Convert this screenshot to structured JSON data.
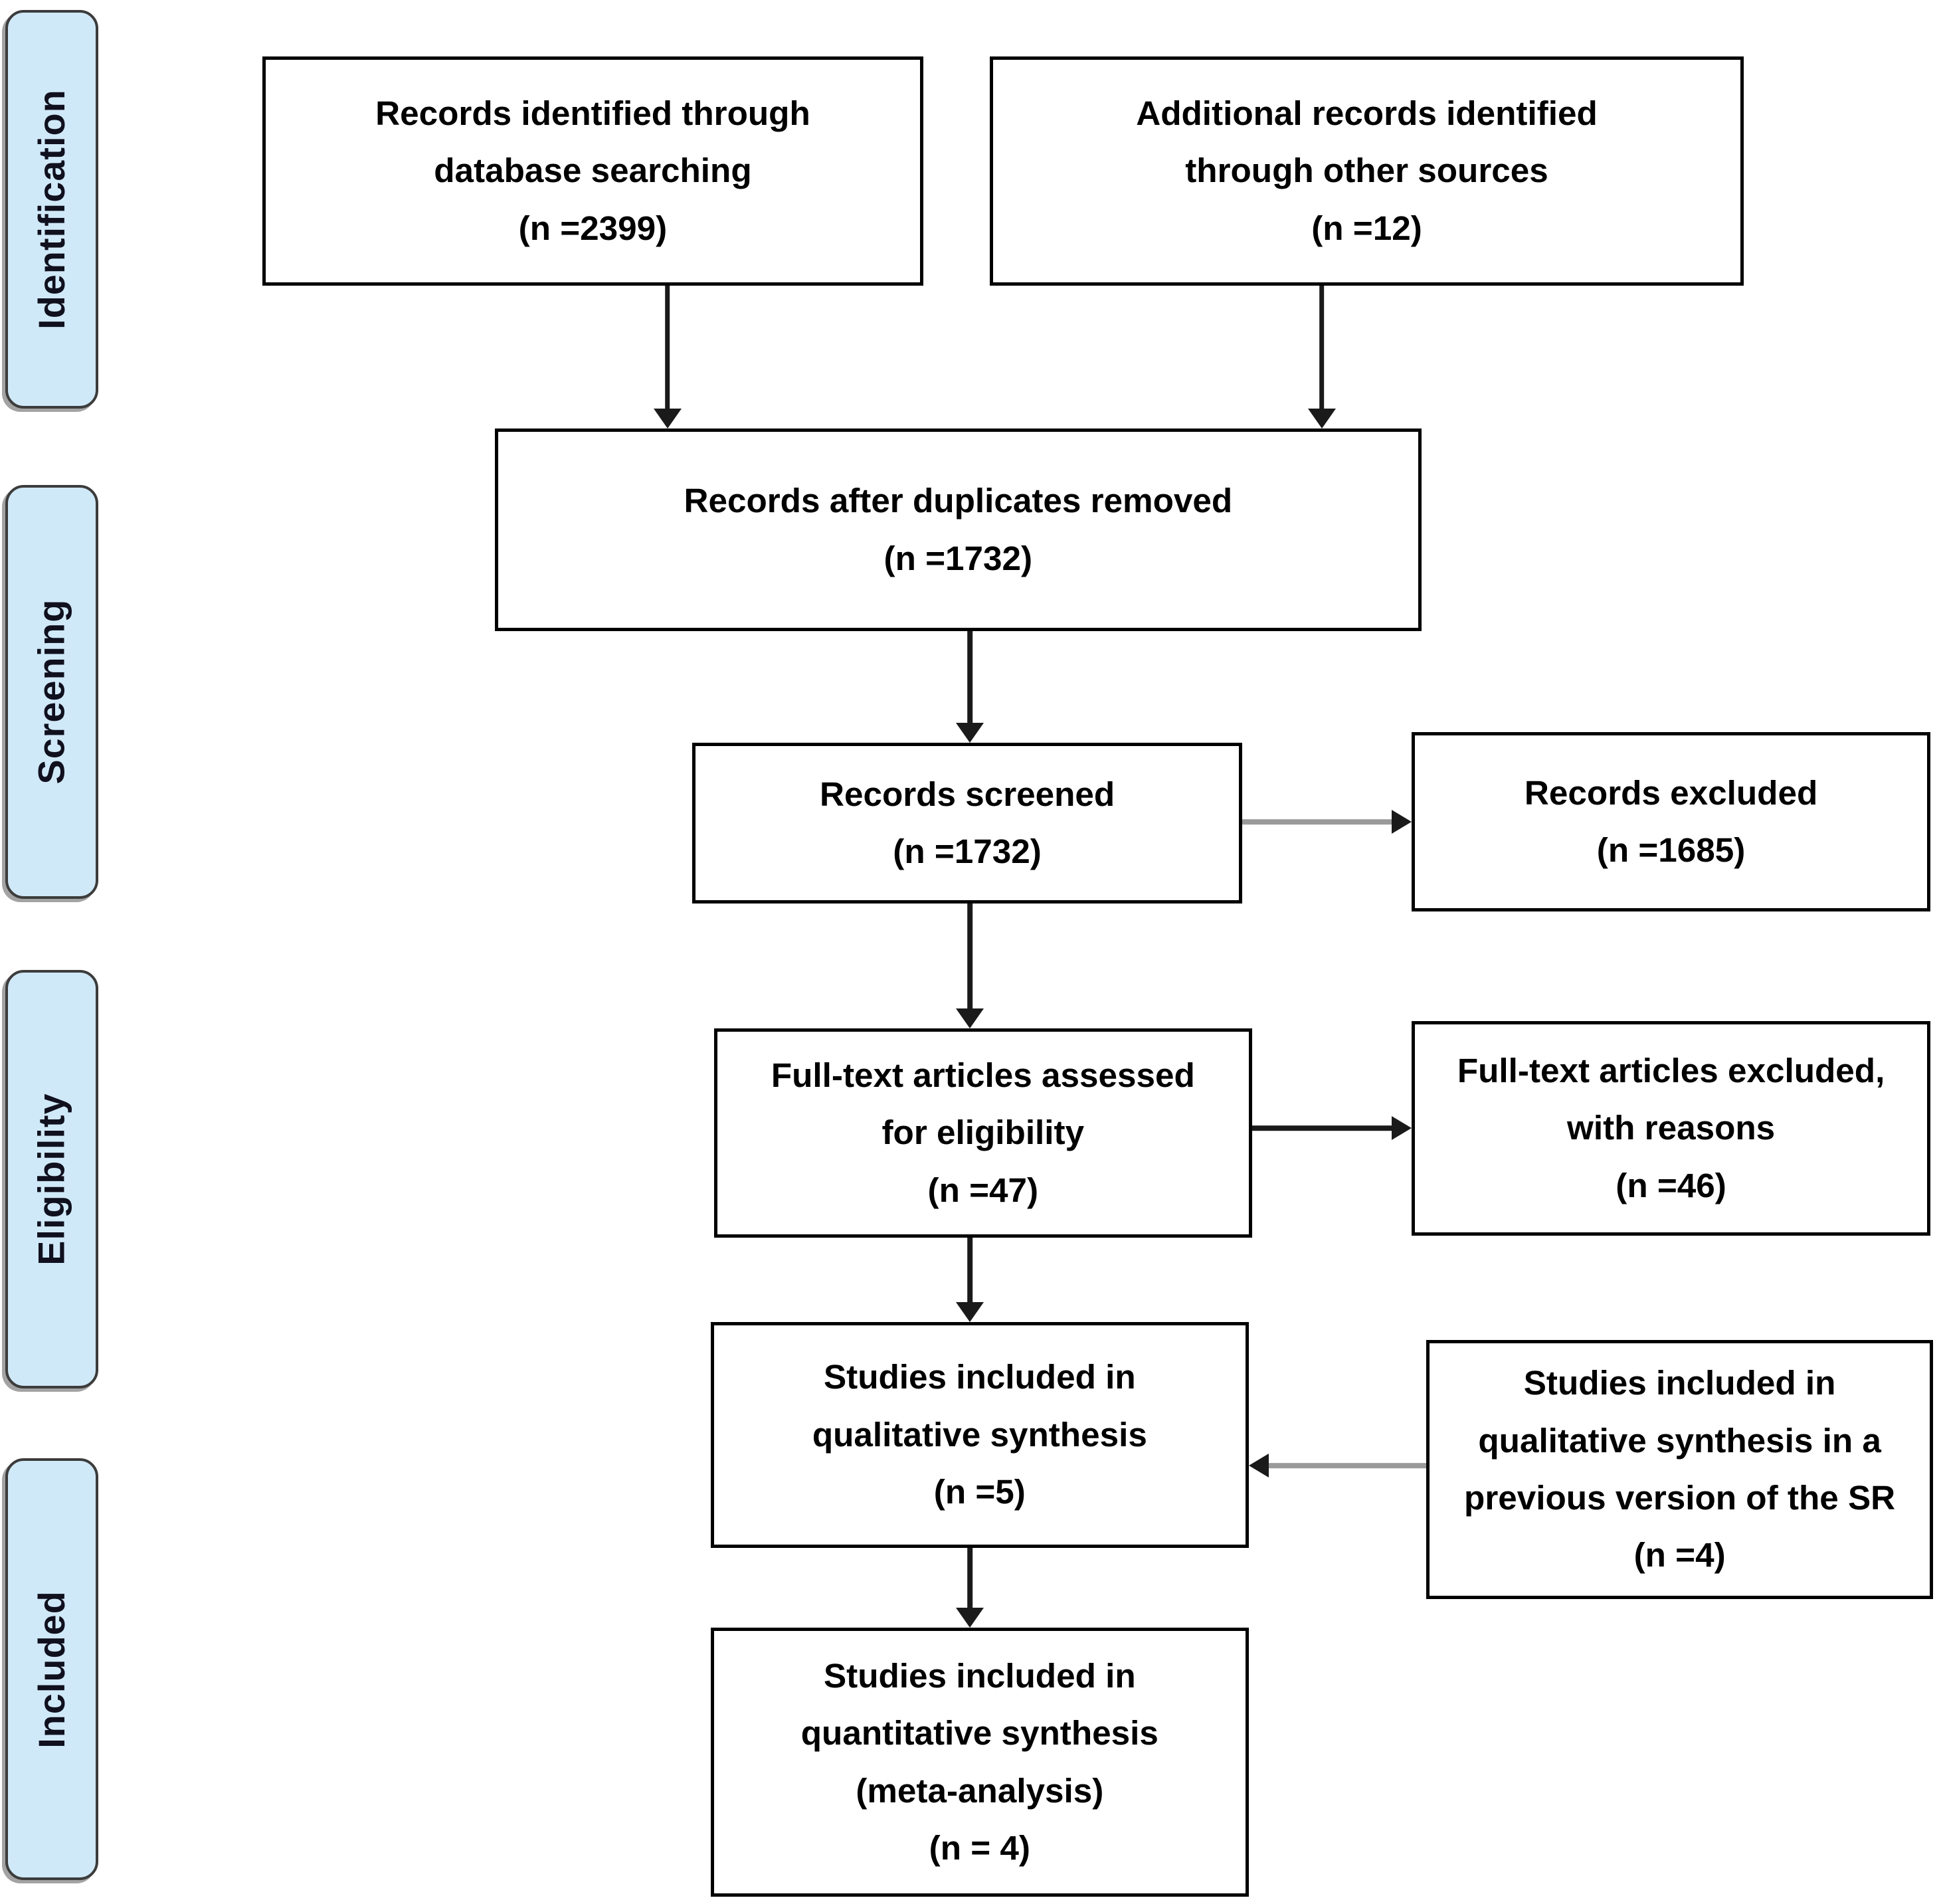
{
  "sidebar": {
    "items": [
      {
        "id": "identification",
        "label": "Identification"
      },
      {
        "id": "screening",
        "label": "Screening"
      },
      {
        "id": "eligibility",
        "label": "Eligibility"
      },
      {
        "id": "included",
        "label": "Included"
      }
    ]
  },
  "boxes": {
    "identified": {
      "lines": [
        "Records identified through",
        "database searching",
        "(n =2399)"
      ]
    },
    "additional": {
      "lines": [
        "Additional records identified",
        "through other sources",
        "(n =12)"
      ]
    },
    "deduplicated": {
      "lines": [
        "Records after duplicates removed",
        "(n =1732)"
      ]
    },
    "screened": {
      "lines": [
        "Records screened",
        "(n =1732)"
      ]
    },
    "fulltext": {
      "lines": [
        "Full-text articles assessed",
        "for eligibility",
        "(n =47)"
      ]
    },
    "qualitative": {
      "lines": [
        "Studies included in",
        "qualitative synthesis",
        "(n =5)"
      ]
    },
    "quantitative": {
      "lines": [
        "Studies included in",
        "quantitative synthesis",
        "(meta-analysis)",
        "(n = 4)"
      ]
    },
    "excluded": {
      "lines": [
        "Records excluded",
        "(n =1685)"
      ]
    },
    "fulltext_excluded": {
      "lines": [
        "Full-text articles excluded,",
        "with reasons",
        "(n =46)"
      ]
    },
    "previous_sr": {
      "lines": [
        "Studies included in",
        "qualitative synthesis in a",
        "previous version of the SR",
        "(n =4)"
      ]
    }
  },
  "colors": {
    "stage_fill": "#d0e9f8",
    "stage_border": "#3c3c3c",
    "box_border": "#000000",
    "arrow_black": "#1a1a1a",
    "arrow_gray": "#9a9a9a",
    "text": "#000000"
  }
}
